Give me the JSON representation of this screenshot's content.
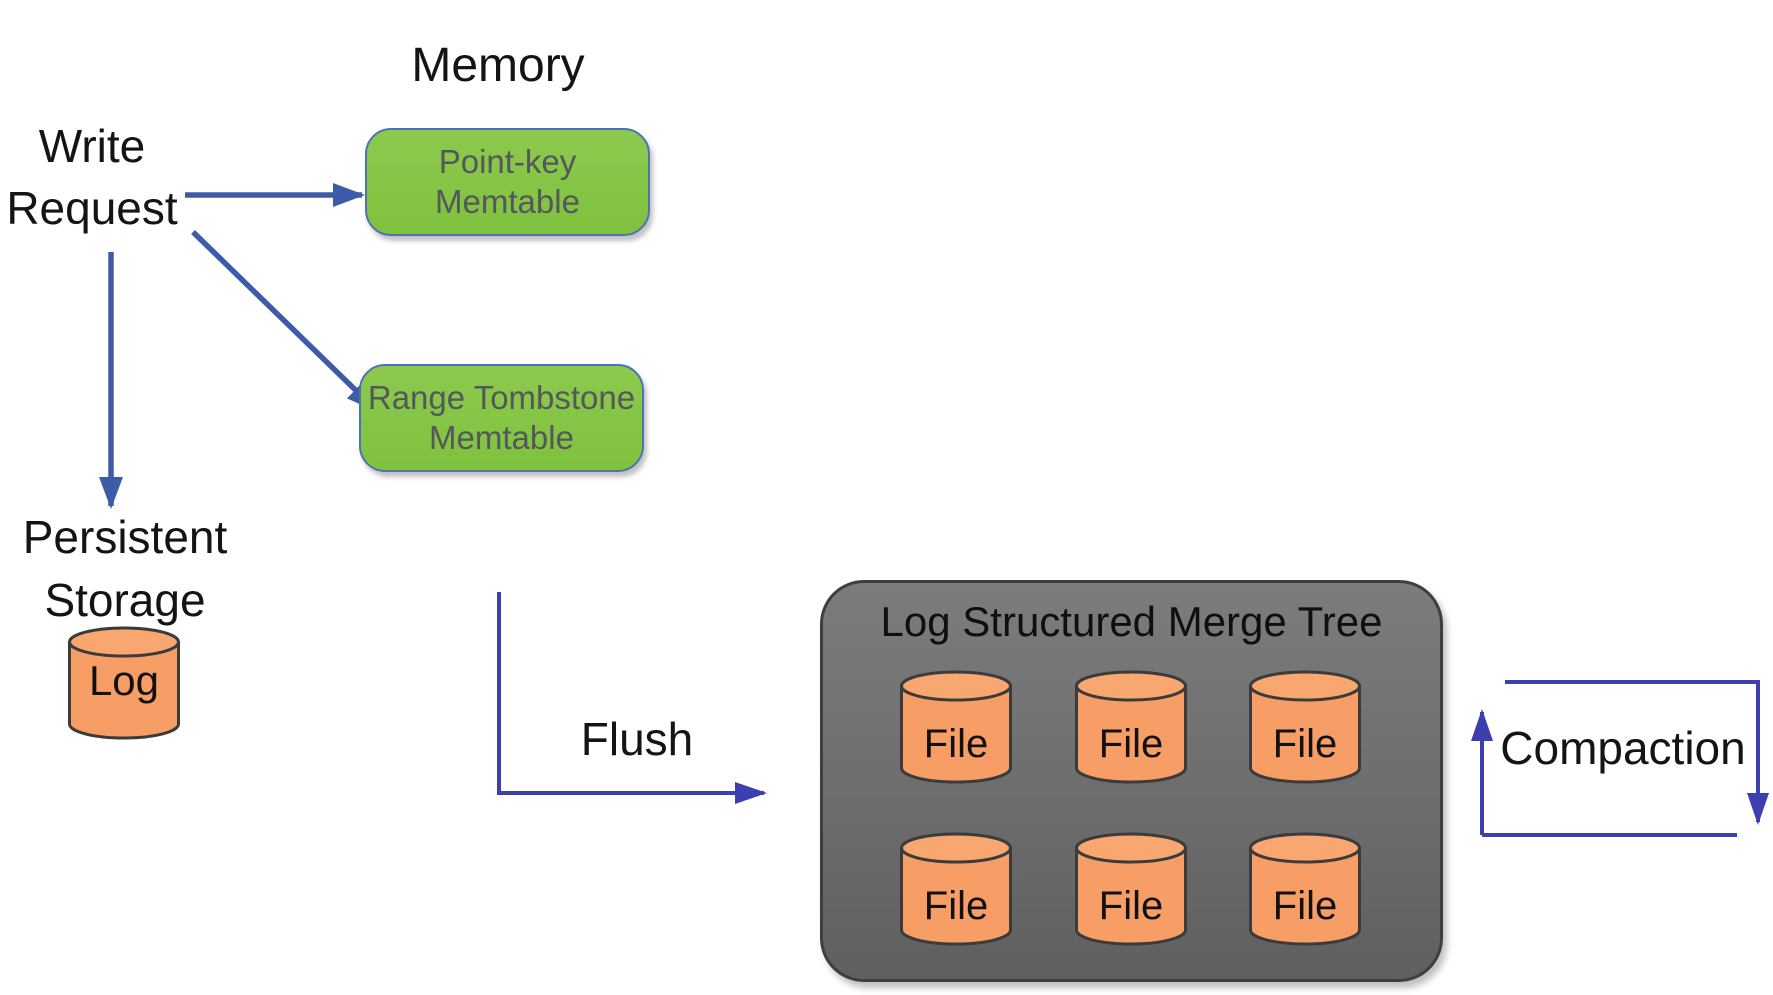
{
  "memory_label": "Memory",
  "write_request": {
    "line1": "Write",
    "line2": "Request"
  },
  "memtables": {
    "point_key": {
      "line1": "Point-key",
      "line2": "Memtable"
    },
    "range_tombstone": {
      "line1": "Range Tombstone",
      "line2": "Memtable"
    }
  },
  "persistent_storage": {
    "line1": "Persistent",
    "line2": "Storage",
    "log_label": "Log"
  },
  "flush_label": "Flush",
  "compaction_label": "Compaction",
  "lsm": {
    "title": "Log Structured Merge Tree",
    "files": [
      {
        "label": "File"
      },
      {
        "label": "File"
      },
      {
        "label": "File"
      },
      {
        "label": "File"
      },
      {
        "label": "File"
      },
      {
        "label": "File"
      }
    ]
  },
  "colors": {
    "memtable_green": "#7fc23e",
    "memtable_border_blue": "#4d72b8",
    "cylinder_orange": "#f79e66",
    "lsm_box_gray": "#6d6d6d",
    "arrow_steel_blue": "#3d5ba8",
    "arrow_indigo": "#3c3fae"
  }
}
